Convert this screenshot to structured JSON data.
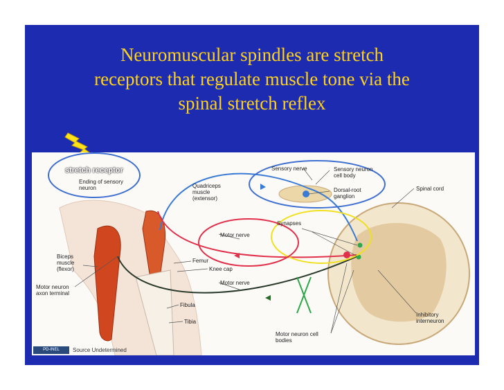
{
  "slide": {
    "title_line1": "Neuromuscular spindles are stretch",
    "title_line2": "receptors that regulate muscle tone via the",
    "title_line3": "spinal stretch reflex",
    "background_color": "#1d2bb0",
    "title_color": "#ffd21a"
  },
  "figure": {
    "highlight_label": "stretch receptor",
    "labels": {
      "ending_sensory": "Ending of sensory",
      "neuron": "neuron",
      "quadriceps": "Quadriceps",
      "muscle": "muscle",
      "extensor": "(extensor)",
      "sensory_nerve": "Sensory nerve",
      "sensory_neuron": "Sensory neuron",
      "cell_body": "cell body",
      "dorsal_root": "Dorsal-root",
      "ganglion": "ganglion",
      "spinal_cord": "Spinal cord",
      "synapses": "Synapses",
      "motor_nerve_1": "Motor nerve",
      "femur": "Femur",
      "knee_cap": "Knee cap",
      "biceps": "Biceps",
      "muscle2": "muscle",
      "flexor": "(flexor)",
      "motor_neuron": "Motor neuron",
      "axon_terminal": "axon terminal",
      "motor_nerve_2": "Motor nerve",
      "fibula": "Fibula",
      "tibia": "Tibia",
      "inhibitory": "Inhibitory",
      "interneuron": "interneuron",
      "motor_neuron_cell": "Motor neuron cell",
      "bodies": "bodies"
    },
    "badge": "PD-INEL",
    "source": "Source Undetermined"
  }
}
